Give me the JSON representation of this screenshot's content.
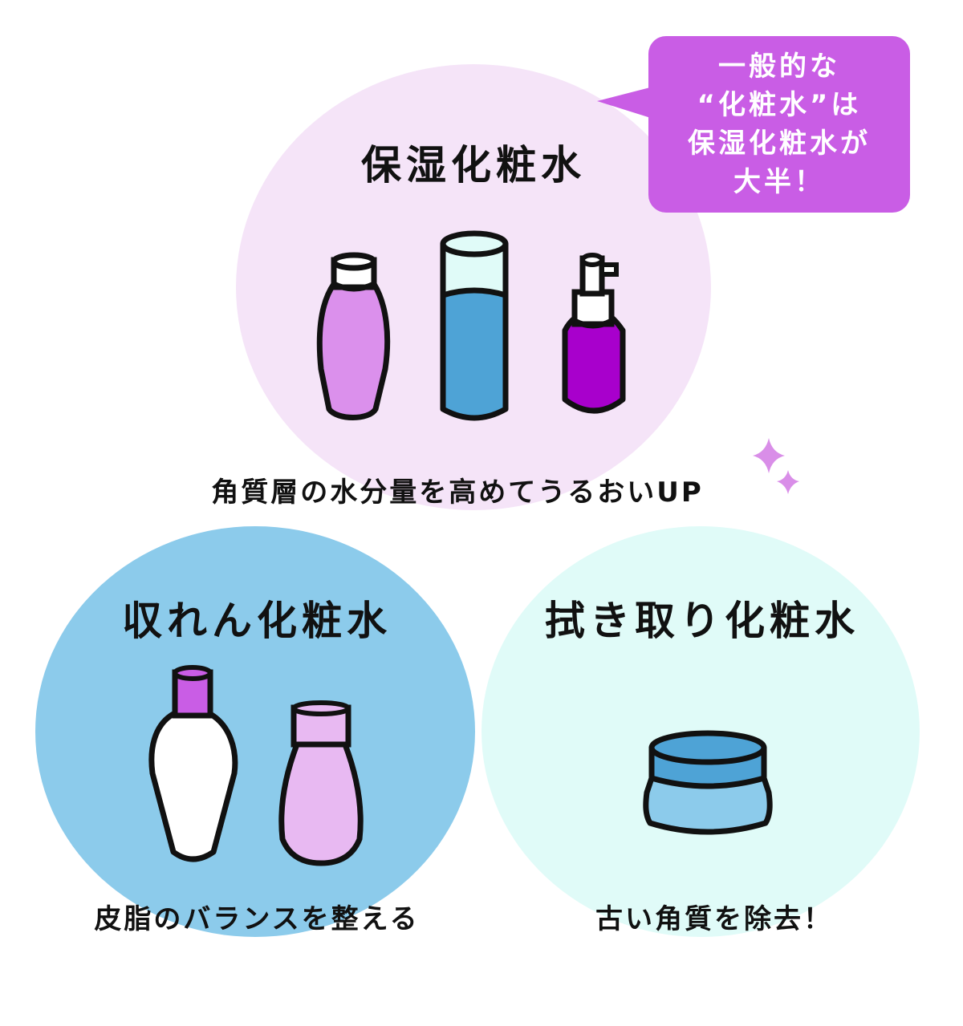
{
  "colors": {
    "moisturizing_circle": "#f5e4f8",
    "astringent_circle": "#8ccbeb",
    "wipe_circle": "#e0fbf8",
    "bubble": "#c95de5",
    "sparkle": "#d98ee8",
    "outline": "#111111"
  },
  "callout": {
    "lines": [
      "一般的な",
      "“化粧水”は",
      "保湿化粧水が",
      "大半！"
    ]
  },
  "moisturizing": {
    "title": "保湿化粧水",
    "description": "角質層の水分量を高めてうるおいUP",
    "icons": [
      "lotion-bottle-icon",
      "cylinder-bottle-icon",
      "spray-bottle-icon"
    ]
  },
  "astringent": {
    "title": "収れん化粧水",
    "description": "皮脂のバランスを整える",
    "icons": [
      "white-bottle-icon",
      "pink-bottle-icon"
    ]
  },
  "wipe": {
    "title": "拭き取り化粧水",
    "description": "古い角質を除去！",
    "icons": [
      "cream-jar-icon"
    ]
  }
}
